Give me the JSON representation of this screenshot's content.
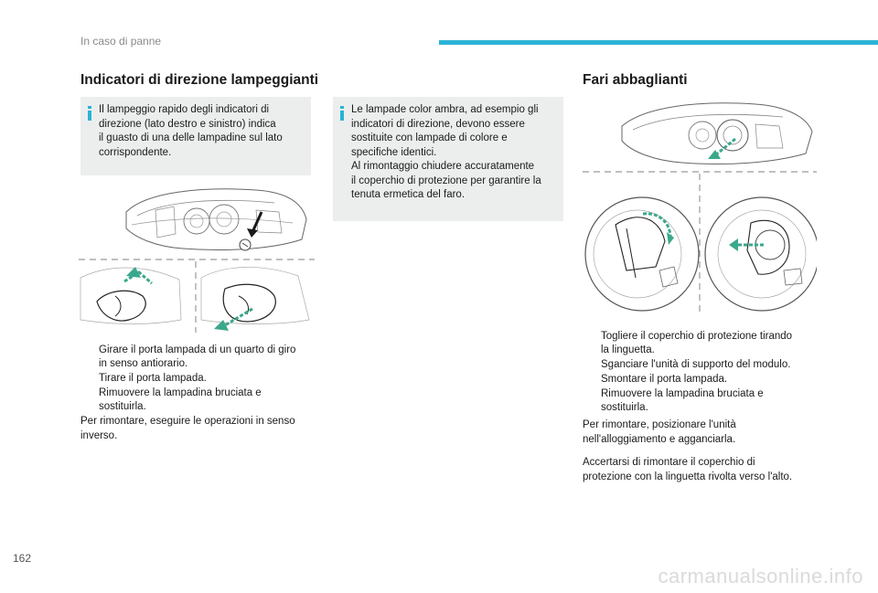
{
  "header": {
    "section_title": "In caso di panne"
  },
  "page_number": "162",
  "watermark": "carmanualsonline.info",
  "left_column": {
    "title": "Indicatori di direzione lampeggianti",
    "info_box": "Il lampeggio rapido degli indicatori di\ndirezione (lato destro e sinistro) indica\nil guasto di una delle lampadine sul lato\ncorrispondente.",
    "bullets": [
      "Girare il porta lampada di un quarto di giro\nin senso antiorario.",
      "Tirare il porta lampada.",
      "Rimuovere la lampadina bruciata e\nsostituirla."
    ],
    "footer_text": "Per rimontare, eseguire le operazioni in senso\ninverso."
  },
  "middle_column": {
    "info_box": "Le lampade color ambra, ad esempio gli\nindicatori di direzione, devono essere\nsostituite con lampade di colore e\nspecifiche identici.\nAl rimontaggio chiudere accuratamente\nil coperchio di protezione per garantire la\ntenuta ermetica del faro."
  },
  "right_column": {
    "title": "Fari abbaglianti",
    "bullets": [
      "Togliere il coperchio di protezione tirando\nla linguetta.",
      "Sganciare l'unità di supporto del modulo.",
      "Smontare il porta lampada.",
      "Rimuovere la lampadina bruciata e\nsostituirla."
    ],
    "paragraph_1": "Per rimontare, posizionare l'unità\nnell'alloggiamento e agganciarla.",
    "paragraph_2": "Accertarsi di rimontare il coperchio di\nprotezione con la linguetta rivolta verso l'alto."
  },
  "colors": {
    "accent": "#2bb3d6",
    "arrow": "#3aa88c",
    "info_bg": "#eceeee"
  },
  "icons": {
    "bullet_marker": "",
    "info_marker": "info-i-icon"
  }
}
